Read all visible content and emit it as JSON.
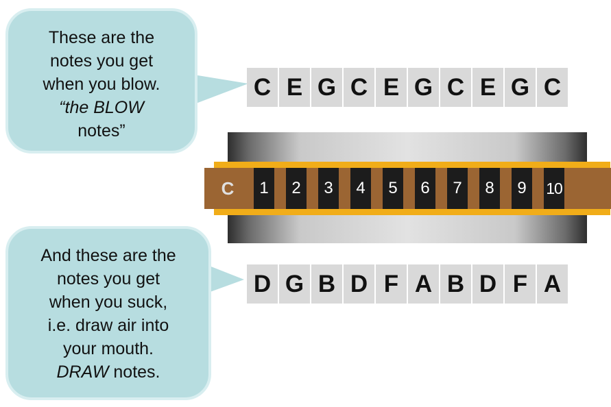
{
  "blow_bubble": {
    "lines": [
      "These are the",
      "notes you get",
      "when you blow.",
      "“the BLOW",
      "notes”"
    ]
  },
  "draw_bubble": {
    "lines": [
      "And these are the",
      "notes you get",
      "when you suck,",
      "i.e. draw air into",
      "your mouth.",
      "DRAW",
      " notes."
    ]
  },
  "blow_notes": [
    "C",
    "E",
    "G",
    "C",
    "E",
    "G",
    "C",
    "E",
    "G",
    "C"
  ],
  "draw_notes": [
    "D",
    "G",
    "B",
    "D",
    "F",
    "A",
    "B",
    "D",
    "F",
    "A"
  ],
  "harmonica": {
    "key": "C",
    "holes": [
      "1",
      "2",
      "3",
      "4",
      "5",
      "6",
      "7",
      "8",
      "9",
      "10"
    ]
  },
  "colors": {
    "bubble_fill": "#b7dde0",
    "comb_wood": "#9b6533",
    "comb_frame": "#f1ad19",
    "hole": "#1c1c1c",
    "note_box": "#d9d9d9"
  }
}
